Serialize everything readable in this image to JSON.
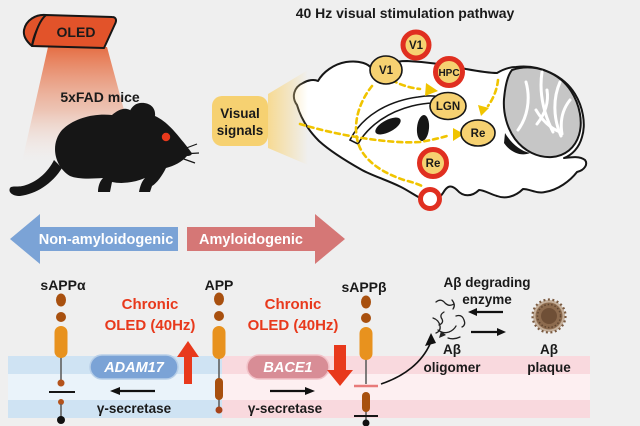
{
  "colors": {
    "background": "#efefef",
    "device_orange": "#e2532a",
    "node_yellow": "#f6d171",
    "ring_red": "#e02f20",
    "dash_yellow": "#f0c400",
    "brain_gray": "#c6c6c6",
    "arrow_blue": "#7ba3d6",
    "arrow_pink": "#d57776",
    "pill_blue": "#7ba3d6",
    "pill_pink": "#d88d96",
    "red_accent": "#e8391c",
    "membrane_blue": "#cfe3f3",
    "membrane_blue_light": "#eaf3fa",
    "membrane_pink": "#f9d9de",
    "membrane_pink_light": "#fdeff1",
    "protein_orange": "#e8921e",
    "protein_brown": "#a8500f",
    "plaque_brown": "#8d6b4e"
  },
  "top_left": {
    "device_label": "OLED",
    "mice_label": "5xFAD mice"
  },
  "pathway": {
    "title": "40 Hz visual stimulation pathway",
    "visual_signals_line1": "Visual",
    "visual_signals_line2": "signals",
    "node_v1_ring": "V1",
    "node_v1": "V1",
    "node_hpc": "HPC",
    "node_lgn": "LGN",
    "node_re": "Re",
    "node_re_ring": "Re"
  },
  "cascade": {
    "left_arrow_label": "Non-amyloidogenic",
    "right_arrow_label": "Amyloidogenic",
    "sappa_label": "sAPPα",
    "app_label": "APP",
    "sappb_label": "sAPPβ",
    "chronic_line1": "Chronic",
    "chronic_line2": "OLED (40Hz)",
    "adam17_label": "ADAM17",
    "bace1_label": "BACE1",
    "gamma_secretase_label": "γ-secretase",
    "ab_degrading_line1": "Aβ degrading",
    "ab_degrading_line2": "enzyme",
    "ab_oligomer_line1": "Aβ",
    "ab_oligomer_line2": "oligomer",
    "ab_plaque_line1": "Aβ",
    "ab_plaque_line2": "plaque"
  }
}
